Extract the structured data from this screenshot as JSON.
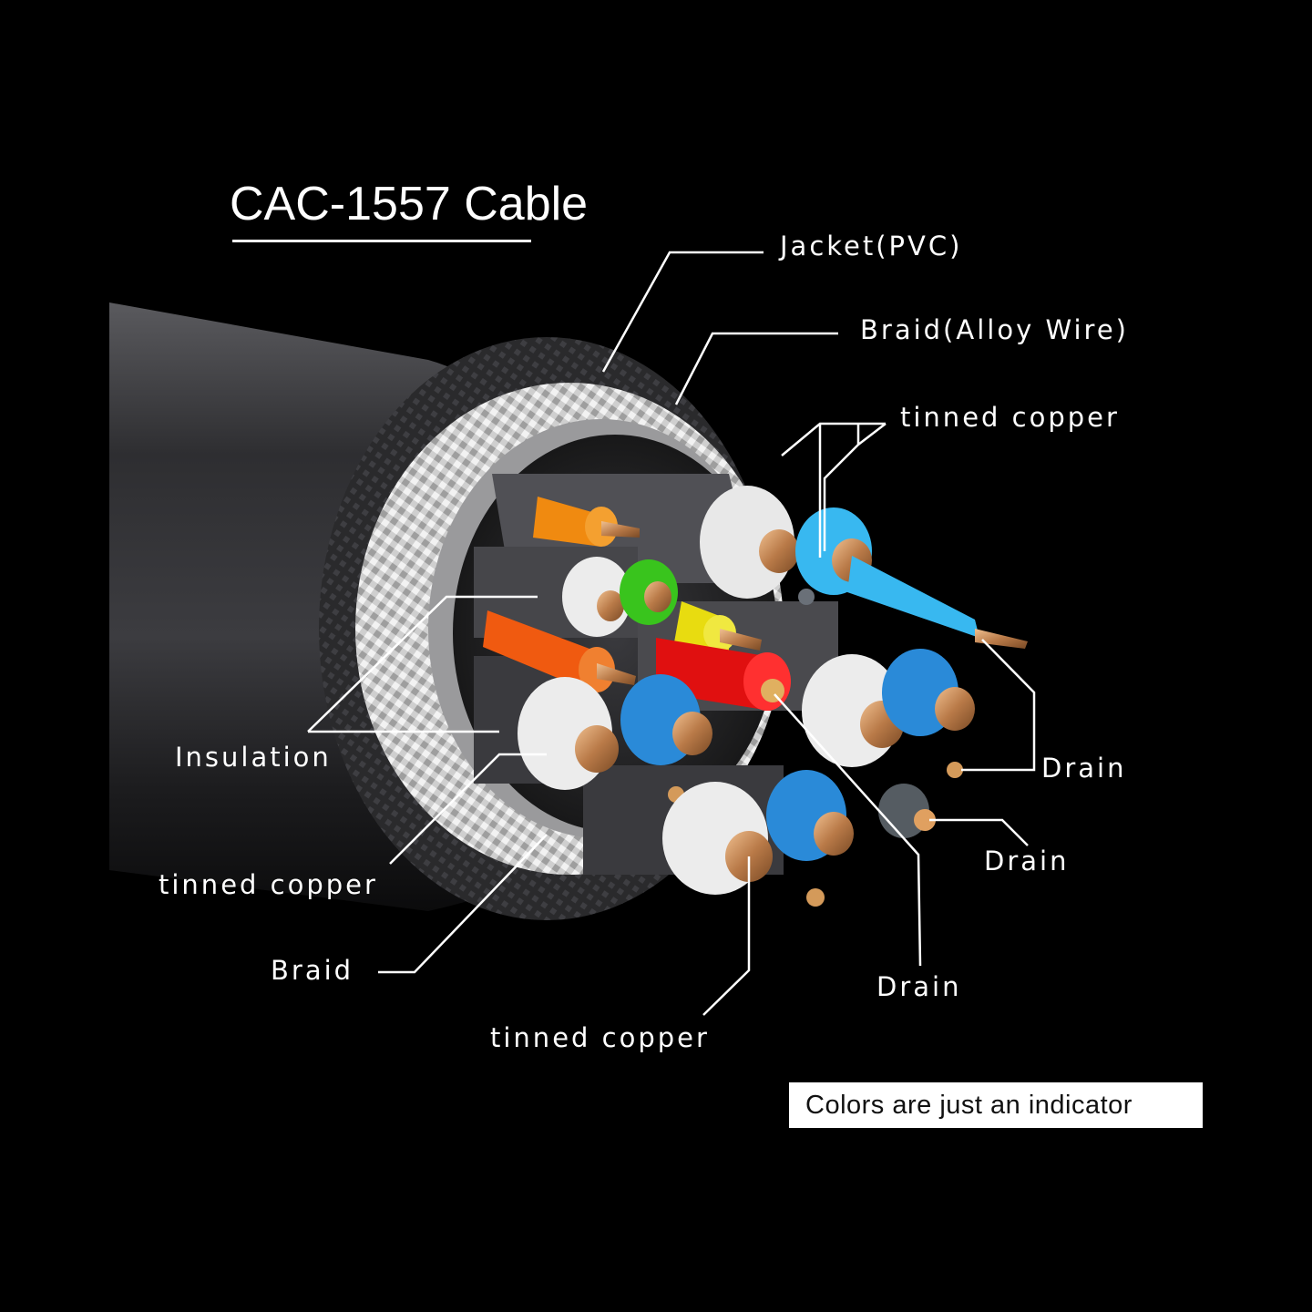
{
  "title": "CAC-1557 Cable",
  "labels": {
    "jacket": "Jacket(PVC)",
    "braid_alloy": "Braid(Alloy Wire)",
    "tinned_copper_top": "tinned copper",
    "insulation": "Insulation",
    "drain_1": "Drain",
    "drain_2": "Drain",
    "drain_3": "Drain",
    "tinned_copper_left": "tinned copper",
    "braid": "Braid",
    "tinned_copper_bottom": "tinned copper"
  },
  "note": "Colors are just an indicator",
  "colors": {
    "background": "#000000",
    "jacket": "#2a2a2c",
    "braid": "#d8d8d8",
    "shield_blue": "#2a8ad8",
    "copper": "#c98a5a",
    "orange": "#f08a10",
    "green": "#39c41d",
    "yellow": "#e8dc10",
    "red": "#e01010",
    "light_blue": "#38b8f0"
  }
}
